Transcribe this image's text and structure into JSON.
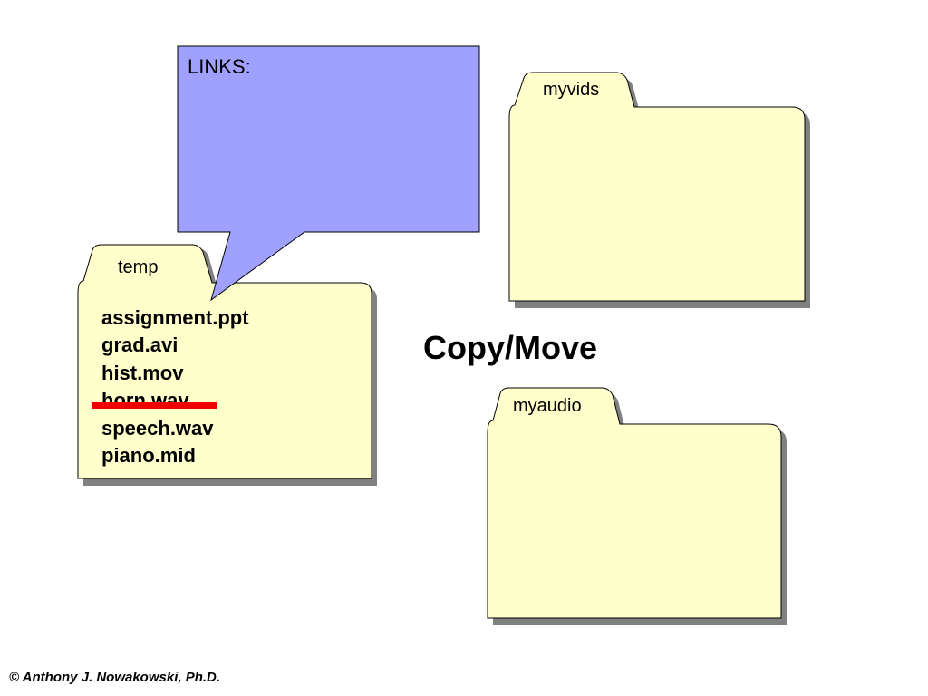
{
  "callout": {
    "label": "LINKS:"
  },
  "folders": {
    "temp": {
      "label": "temp",
      "files": [
        "assignment.ppt",
        "grad.avi",
        "hist.mov",
        "horn.wav",
        "speech.wav",
        "piano.mid"
      ],
      "struck_file": "horn.wav"
    },
    "myvids": {
      "label": "myvids"
    },
    "myaudio": {
      "label": "myaudio"
    }
  },
  "title": "Copy/Move",
  "copyright": "©  Anthony J. Nowakowski, Ph.D.",
  "colors": {
    "folder_fill": "#ffffcc",
    "folder_shadow": "#808080",
    "callout_fill": "#a0a0ff",
    "strike": "#ee0000"
  },
  "icons": [
    "folder-icon",
    "speech-bubble"
  ]
}
